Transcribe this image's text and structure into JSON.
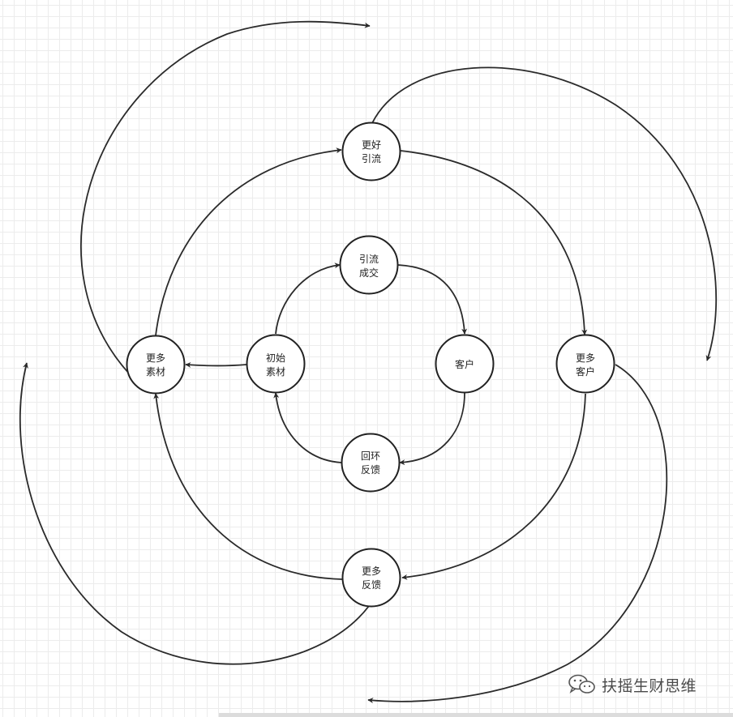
{
  "nodes": {
    "initial_material": {
      "line1": "初始",
      "line2": "素材"
    },
    "lead_deal": {
      "line1": "引流",
      "line2": "成交"
    },
    "customer": {
      "line1": "客户"
    },
    "feedback_loop": {
      "line1": "回环",
      "line2": "反馈"
    },
    "more_material": {
      "line1": "更多",
      "line2": "素材"
    },
    "better_lead": {
      "line1": "更好",
      "line2": "引流"
    },
    "more_customers": {
      "line1": "更多",
      "line2": "客户"
    },
    "more_feedback": {
      "line1": "更多",
      "line2": "反馈"
    }
  },
  "watermark": {
    "text": "扶摇生财思维",
    "icon": "wechat-icon"
  },
  "colors": {
    "stroke": "#222222",
    "grid": "#ececec",
    "background": "#ffffff"
  }
}
